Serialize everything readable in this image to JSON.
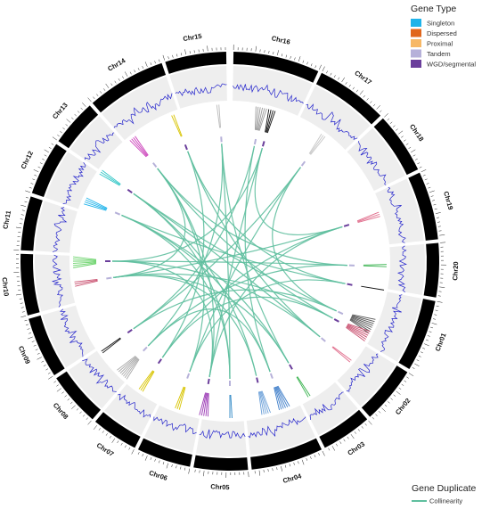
{
  "chromosomes": [
    "Chr01",
    "Chr02",
    "Chr03",
    "Chr04",
    "Chr05",
    "Chr06",
    "Chr07",
    "Chr08",
    "Chr09",
    "Chr10",
    "Chr11",
    "Chr12",
    "Chr13",
    "Chr14",
    "Chr15",
    "Chr16",
    "Chr17",
    "Chr18",
    "Chr19",
    "Chr20"
  ],
  "legend_gene_type": {
    "title": "Gene Type",
    "items": [
      {
        "label": "Singleton",
        "color": "#1fb3ea"
      },
      {
        "label": "Dispersed",
        "color": "#e0661c"
      },
      {
        "label": "Proximal",
        "color": "#f7b866"
      },
      {
        "label": "Tandem",
        "color": "#b6b1d9"
      },
      {
        "label": "WGD/segmental",
        "color": "#6a3e9b"
      }
    ]
  },
  "legend_gene_duplicate": {
    "title": "Gene Duplicate",
    "items": [
      {
        "label": "Collinearity",
        "color": "#5fbf9f"
      }
    ]
  },
  "colors": {
    "ideogram": "#000000",
    "density_track_bg": "#eeeeee",
    "density_line": "#2222cc",
    "link": "#5fbf9f"
  }
}
